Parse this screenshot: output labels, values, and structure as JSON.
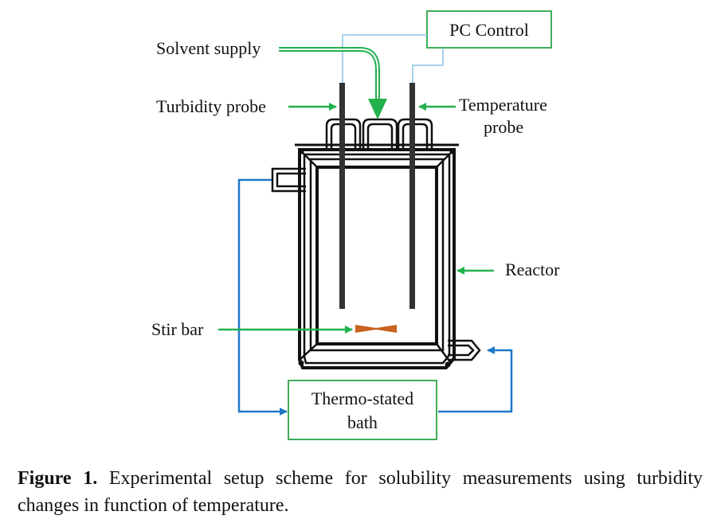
{
  "labels": {
    "pc_control": "PC Control",
    "solvent_supply": "Solvent supply",
    "turbidity_probe": "Turbidity probe",
    "temperature_probe_line1": "Temperature",
    "temperature_probe_line2": "probe",
    "reactor": "Reactor",
    "stir_bar": "Stir bar",
    "bath_line1": "Thermo-stated",
    "bath_line2": "bath"
  },
  "caption": {
    "figure_label": "Figure 1.",
    "text": "Experimental setup scheme for solubility measurements using turbidity changes in function of temperature."
  },
  "colors": {
    "green_arrow": "#22b14c",
    "blue_line": "#1f78c8",
    "light_blue_wire": "#8cc4e6",
    "box_border": "#3fae5a",
    "stir_bar": "#c8641e"
  }
}
